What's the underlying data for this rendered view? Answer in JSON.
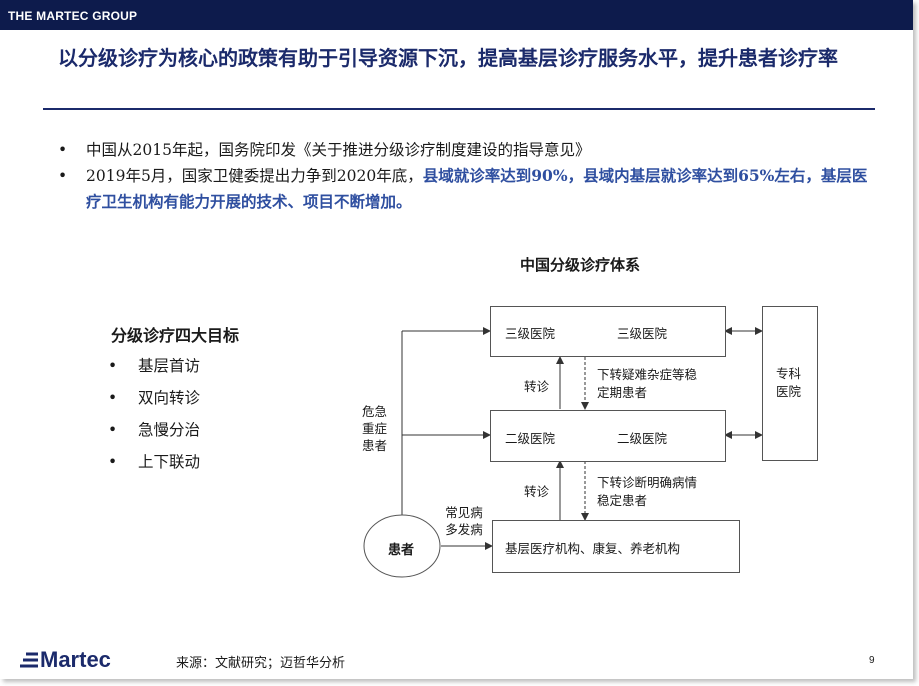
{
  "header": {
    "brand": "THE MARTEC GROUP"
  },
  "title": "以分级诊疗为核心的政策有助于引导资源下沉，提高基层诊疗服务水平，提升患者诊疗率",
  "bullets": [
    {
      "text": "中国从2015年起，国务院印发《关于推进分级诊疗制度建设的指导意见》"
    },
    {
      "text_plain": "2019年5月，国家卫健委提出力争到2020年底，",
      "text_highlight": "县域就诊率达到90%，县域内基层就诊率达到65%左右，基层医疗卫生机构有能力开展的技术、项目不断增加。"
    }
  ],
  "goals": {
    "title": "分级诊疗四大目标",
    "items": [
      "基层首访",
      "双向转诊",
      "急慢分治",
      "上下联动"
    ]
  },
  "diagram": {
    "title": "中国分级诊疗体系",
    "tertiary_left": "三级医院",
    "tertiary_right": "三级医院",
    "secondary_left": "二级医院",
    "secondary_right": "二级医院",
    "specialty": "专科医院",
    "primary": "基层医疗机构、康复、养老机构",
    "patient": "患者",
    "emergency_label": "危急重症患者",
    "common_label": "常见病多发病",
    "referral_up_1": "转诊",
    "referral_up_2": "转诊",
    "down_1": "下转疑难杂症等稳定期患者",
    "down_2": "下转诊断明确病情稳定患者"
  },
  "footer": {
    "logo": "Martec",
    "source": "来源：文献研究；迈哲华分析",
    "page": "9"
  },
  "colors": {
    "navy": "#1b2a6b",
    "topbar": "#0d1b4c",
    "highlight": "#2f4fa0"
  }
}
